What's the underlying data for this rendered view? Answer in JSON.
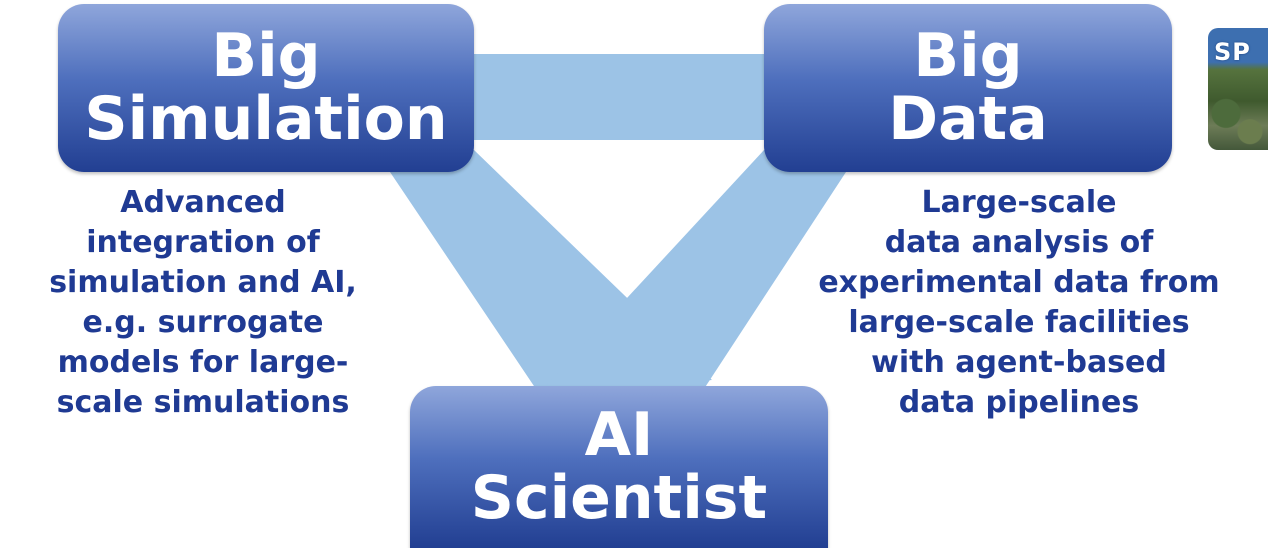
{
  "nodes": {
    "big_simulation": {
      "line1": "Big",
      "line2": "Simulation"
    },
    "big_data": {
      "line1": "Big",
      "line2": "Data"
    },
    "ai_scientist": {
      "line1": "AI",
      "line2": "Scientist"
    }
  },
  "descriptions": {
    "left": [
      "Advanced",
      "integration of",
      "simulation and AI,",
      "e.g. surrogate",
      "models for large-",
      "scale simulations"
    ],
    "right": [
      "Large-scale",
      "data analysis of",
      "experimental data from",
      "large-scale facilities",
      "with agent-based",
      "data pipelines"
    ]
  },
  "thumbnail": {
    "label": "SP"
  },
  "colors": {
    "box_top": "#8fa6db",
    "box_bottom": "#223f92",
    "connector": "#9cc3e6",
    "description_text": "#1f3a93"
  }
}
